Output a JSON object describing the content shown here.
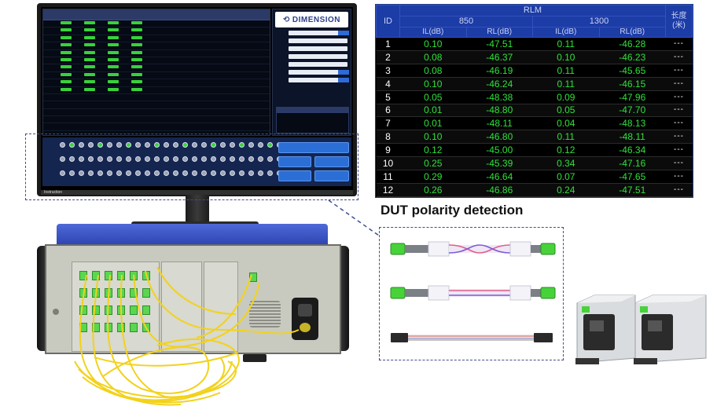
{
  "screen": {
    "logo_text": "DIMENSION",
    "taskbar_label": "Instruction"
  },
  "rlm_table": {
    "group_title": "RLM",
    "id_header": "ID",
    "length_header": "长度(米)",
    "wavelengths": [
      "850",
      "1300"
    ],
    "sub_headers": [
      "IL(dB)",
      "RL(dB)",
      "IL(dB)",
      "RL(dB)"
    ],
    "rows": [
      {
        "id": "1",
        "il850": "0.10",
        "rl850": "-47.51",
        "il1300": "0.11",
        "rl1300": "-46.28",
        "len": "---"
      },
      {
        "id": "2",
        "il850": "0.08",
        "rl850": "-46.37",
        "il1300": "0.10",
        "rl1300": "-46.23",
        "len": "---"
      },
      {
        "id": "3",
        "il850": "0.08",
        "rl850": "-46.19",
        "il1300": "0.11",
        "rl1300": "-45.65",
        "len": "---"
      },
      {
        "id": "4",
        "il850": "0.10",
        "rl850": "-46.24",
        "il1300": "0.11",
        "rl1300": "-46.15",
        "len": "---"
      },
      {
        "id": "5",
        "il850": "0.05",
        "rl850": "-48.38",
        "il1300": "0.09",
        "rl1300": "-47.96",
        "len": "---"
      },
      {
        "id": "6",
        "il850": "0.01",
        "rl850": "-48.80",
        "il1300": "0.05",
        "rl1300": "-47.70",
        "len": "---"
      },
      {
        "id": "7",
        "il850": "0.01",
        "rl850": "-48.11",
        "il1300": "0.04",
        "rl1300": "-48.13",
        "len": "---"
      },
      {
        "id": "8",
        "il850": "0.10",
        "rl850": "-46.80",
        "il1300": "0.11",
        "rl1300": "-48.11",
        "len": "---"
      },
      {
        "id": "9",
        "il850": "0.12",
        "rl850": "-45.00",
        "il1300": "0.12",
        "rl1300": "-46.34",
        "len": "---"
      },
      {
        "id": "10",
        "il850": "0.25",
        "rl850": "-45.39",
        "il1300": "0.34",
        "rl1300": "-47.16",
        "len": "---"
      },
      {
        "id": "11",
        "il850": "0.29",
        "rl850": "-46.64",
        "il1300": "0.07",
        "rl1300": "-47.65",
        "len": "---"
      },
      {
        "id": "12",
        "il850": "0.26",
        "rl850": "-46.86",
        "il1300": "0.24",
        "rl1300": "-47.51",
        "len": "---"
      }
    ]
  },
  "polarity": {
    "title": "DUT polarity detection"
  },
  "colors": {
    "header_blue": "#1c3ca6",
    "value_green": "#2fe13a",
    "instrument_blue": "#3450c4",
    "fiber_yellow": "#f2d21b",
    "dash_outline": "#3f4f8c"
  }
}
